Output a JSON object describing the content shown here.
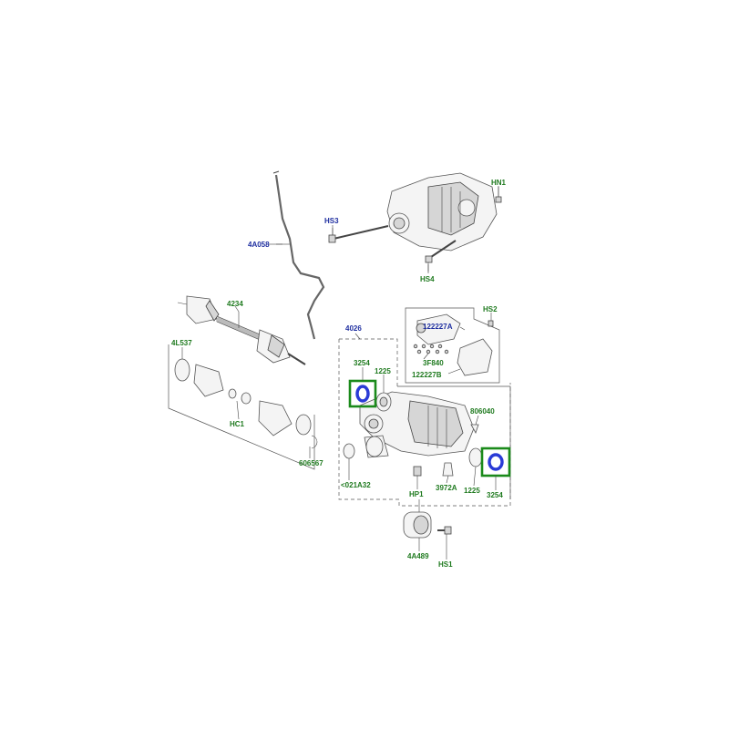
{
  "labels": {
    "hn1": "HN1",
    "hs3": "HS3",
    "hs4": "HS4",
    "l4a058": "4A058",
    "l4234": "4234",
    "l4026": "4026",
    "l122227a": "122227A",
    "hs2": "HS2",
    "l4l537": "4L537",
    "l3f840": "3F840",
    "l122227b": "122227B",
    "l3254_left": "3254",
    "l1225_left": "1225",
    "l806040": "806040",
    "hc1": "HC1",
    "l606567": "606567",
    "l021a32": "<021A32",
    "hp1": "HP1",
    "l3972a": "3972A",
    "l1225_right": "1225",
    "l3254_right": "3254",
    "l4a489": "4A489",
    "hs1": "HS1"
  },
  "colors": {
    "label_green": "#1f7a1f",
    "label_blue": "#1f2fa0",
    "highlight_box": "#1a8a1a",
    "seal_blue": "#2a3bd6"
  },
  "highlighted_parts": [
    "3254"
  ]
}
